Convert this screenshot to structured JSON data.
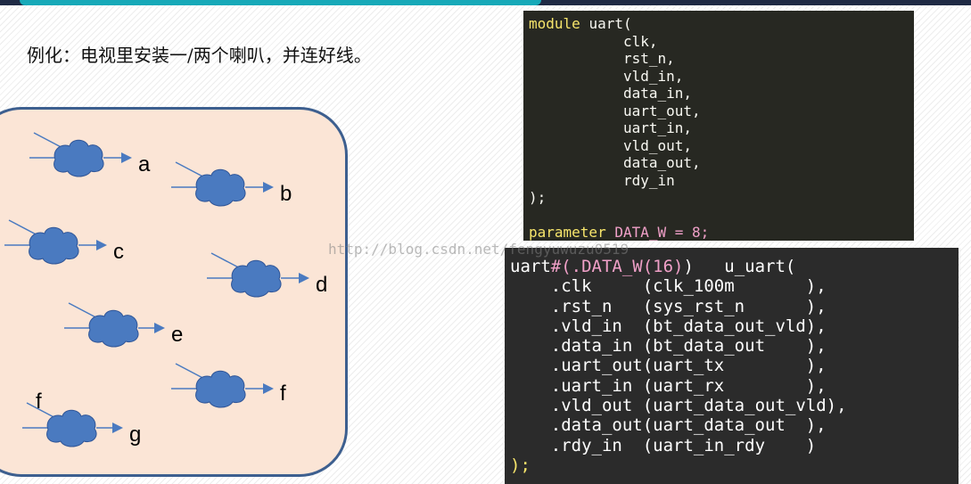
{
  "heading": "例化：电视里安装一/两个喇叭，并连好线。",
  "speaker_labels": [
    "a",
    "b",
    "c",
    "d",
    "e",
    "f",
    "f",
    "g"
  ],
  "code_top": {
    "module_kw": "module",
    "module_name": "uart(",
    "ports": [
      "clk,",
      "rst_n,",
      "vld_in,",
      "data_in,",
      "uart_out,",
      "uart_in,",
      "vld_out,",
      "data_out,",
      "rdy_in"
    ],
    "close": ");",
    "param_kw": "parameter",
    "param_decl": "DATA_W = 8;"
  },
  "code_bottom": {
    "inst_module": "uart",
    "inst_hash": "#(",
    "inst_param": ".DATA_W(16)",
    "inst_paren": ")",
    "inst_name": "u_uart(",
    "connections": [
      {
        "port": ".clk",
        "signal": "(clk_100m       ),"
      },
      {
        "port": ".rst_n",
        "signal": "(sys_rst_n      ),"
      },
      {
        "port": ".vld_in",
        "signal": "(bt_data_out_vld),"
      },
      {
        "port": ".data_in",
        "signal": "(bt_data_out    ),"
      },
      {
        "port": ".uart_out",
        "signal": "(uart_tx        ),"
      },
      {
        "port": ".uart_in",
        "signal": "(uart_rx        ),"
      },
      {
        "port": ".vld_out",
        "signal": "(uart_data_out_vld),"
      },
      {
        "port": ".data_out",
        "signal": "(uart_data_out  ),"
      },
      {
        "port": ".rdy_in",
        "signal": "(uart_in_rdy    )"
      }
    ],
    "close": ");"
  },
  "watermark": "http://blog.csdn.net/fengyuwuzu0519",
  "colors": {
    "panel_fill": "#fbe5d6",
    "panel_border": "#3d5f8f",
    "speaker_fill": "#4a7ac0",
    "code_bg_top": "#272822",
    "code_bg_bottom": "#2b2b2b",
    "keyword": "#f7e56b",
    "param": "#f0a0c8"
  }
}
